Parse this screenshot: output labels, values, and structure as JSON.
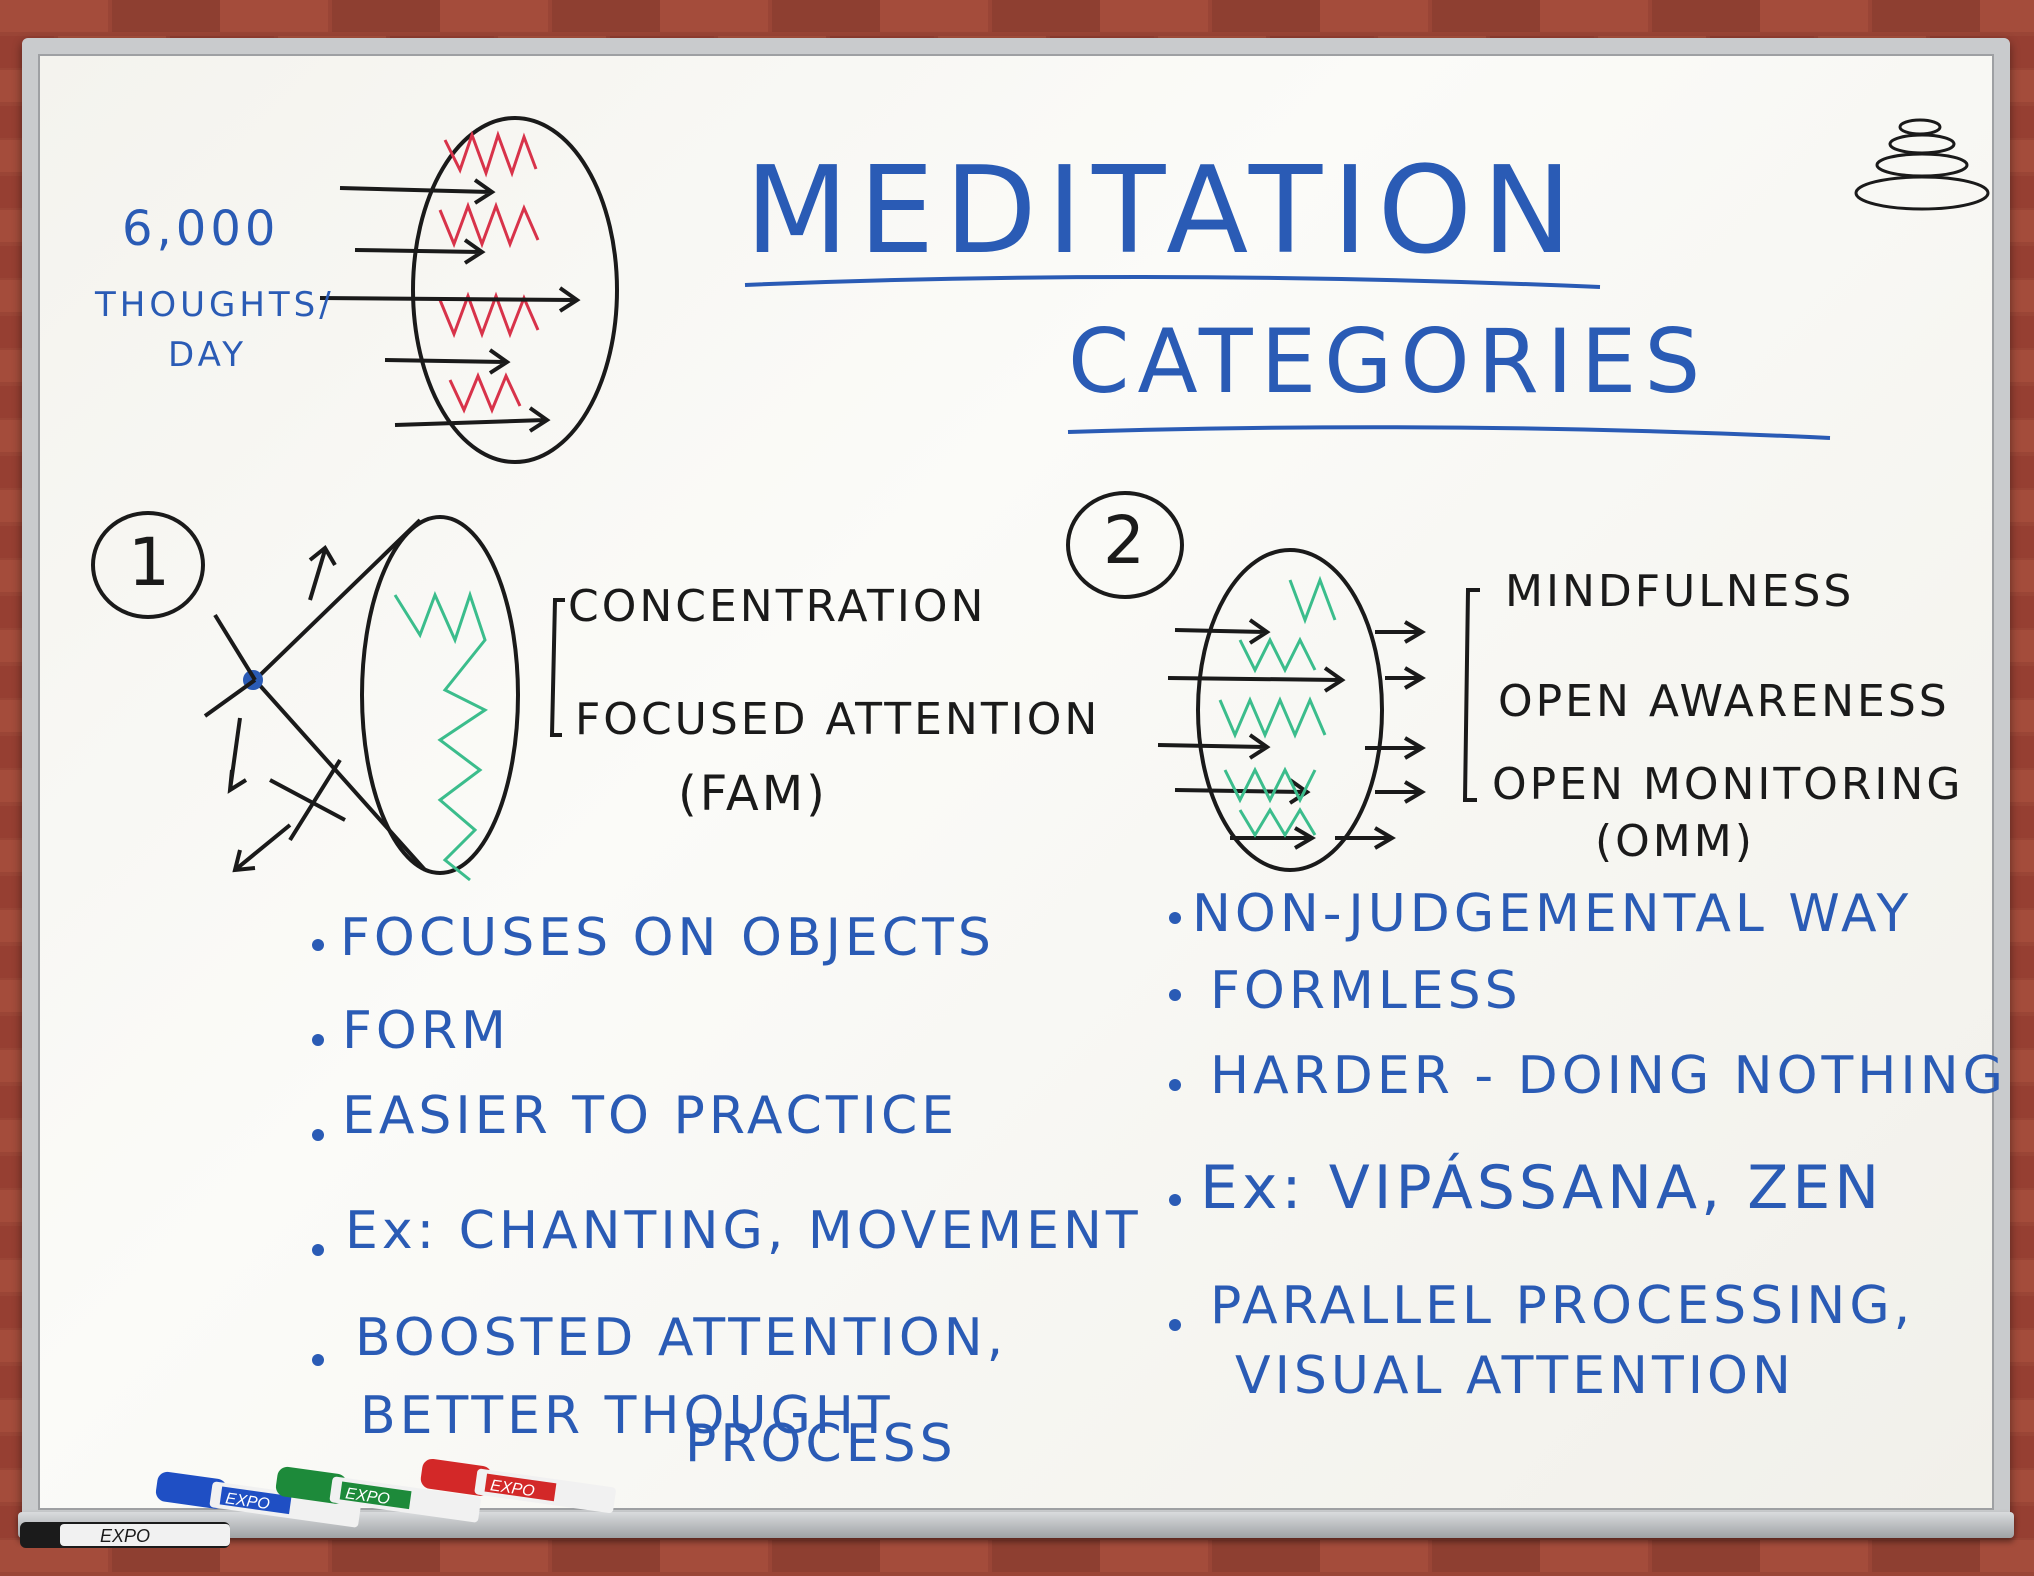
{
  "title": "MEDITATION",
  "subtitle": "CATEGORIES",
  "thoughts": {
    "line1": "6,000",
    "line2": "THOUGHTS/",
    "line3": "DAY"
  },
  "cat1": {
    "number": "1",
    "label1": "CONCENTRATION",
    "label2": "FOCUSED ATTENTION",
    "label3": "(FAM)",
    "bullets": [
      "FOCUSES ON OBJECTS",
      "FORM",
      "EASIER TO PRACTICE",
      "Ex: CHANTING, MOVEMENT",
      "BOOSTED ATTENTION,"
    ],
    "bullet5_line2": "BETTER THOUGHT",
    "bullet5_line3": "PROCESS"
  },
  "cat2": {
    "number": "2",
    "label1": "MINDFULNESS",
    "label2": "OPEN AWARENESS",
    "label3": "OPEN MONITORING",
    "label4": "(OMM)",
    "bullets": [
      "NON-JUDGEMENTAL WAY",
      "FORMLESS",
      "HARDER - DOING NOTHING",
      "Ex: VIPÁSSANA, ZEN",
      "PARALLEL PROCESSING,"
    ],
    "bullet5_line2": "VISUAL ATTENTION"
  },
  "markers": [
    {
      "brand": "EXPO",
      "color": "#1b1b1b"
    },
    {
      "brand": "EXPO",
      "color": "#1f4fc4"
    },
    {
      "brand": "EXPO",
      "color": "#1d8a3a"
    },
    {
      "brand": "EXPO",
      "color": "#d32828"
    }
  ],
  "colors": {
    "ink_blue": "#2a5bb5",
    "ink_black": "#1a1a1a",
    "ink_red": "#d8334a",
    "ink_green": "#3bbd8c"
  }
}
